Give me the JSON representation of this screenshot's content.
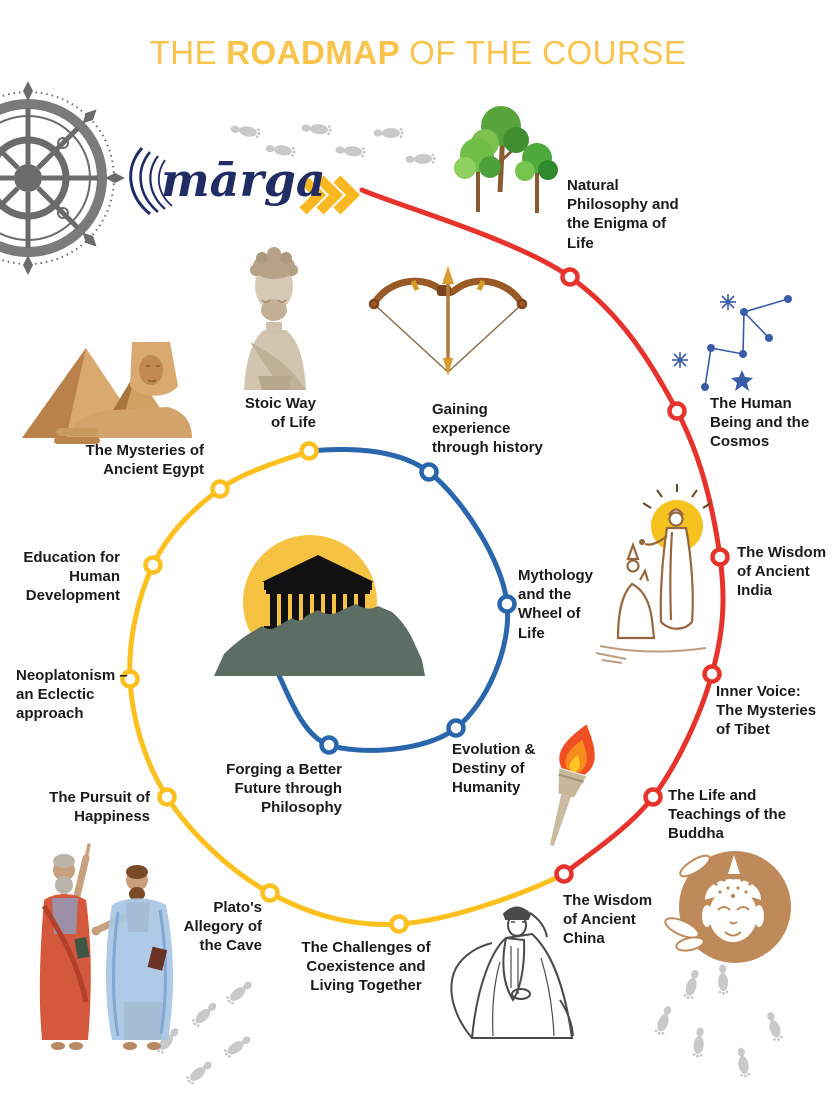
{
  "title": {
    "part1": "THE",
    "highlight": "ROADMAP",
    "part2": "OF THE COURSE"
  },
  "logo": {
    "text": "mārga"
  },
  "stops": [
    {
      "label": "Natural Philosophy and the Enigma of Life",
      "phase": "red"
    },
    {
      "label": "The Human Being and the Cosmos",
      "phase": "red"
    },
    {
      "label": "The Wisdom of Ancient India",
      "phase": "red"
    },
    {
      "label": "Inner Voice: The Mysteries of Tibet",
      "phase": "red"
    },
    {
      "label": "The Life and Teachings of the Buddha",
      "phase": "red"
    },
    {
      "label": "The Wisdom of Ancient China",
      "phase": "red"
    },
    {
      "label": "The Challenges of Coexistence and Living Together",
      "phase": "yellow"
    },
    {
      "label": "Plato's Allegory of the Cave",
      "phase": "yellow"
    },
    {
      "label": "The Pursuit of Happiness",
      "phase": "yellow"
    },
    {
      "label": "Neoplatonism – an Eclectic approach",
      "phase": "yellow"
    },
    {
      "label": "Education for Human Development",
      "phase": "yellow"
    },
    {
      "label": "The Mysteries of Ancient Egypt",
      "phase": "yellow"
    },
    {
      "label": "Stoic Way of Life",
      "phase": "yellow"
    },
    {
      "label": "Gaining experience through history",
      "phase": "blue"
    },
    {
      "label": "Mythology and the Wheel of Life",
      "phase": "blue"
    },
    {
      "label": "Evolution & Destiny of Humanity",
      "phase": "blue"
    },
    {
      "label": "Forging a Better Future through Philosophy",
      "phase": "blue"
    }
  ],
  "colors": {
    "title_yellow": "#f9c44c",
    "path_red": "#e6332b",
    "path_yellow": "#fdc01e",
    "path_blue": "#2966ac",
    "logo_navy": "#202c63",
    "text_black": "#1b1b1b",
    "footprint_gray": "#c9c9c9",
    "buddha_tan": "#be8a5a",
    "sun_yellow": "#f5c341",
    "hill_green": "#5c6e64"
  },
  "icons": {
    "dharma-wheel-icon": "ornate dharma wheel, grayscale, top-left",
    "marga-swoosh-icon": "navy arcs of the mārga logo",
    "chevrons-icon": "three yellow forward chevrons",
    "footprints-icon": "gray walking footprints trails",
    "trees-icon": "green trees",
    "constellation-icon": "blue star constellation",
    "bust-icon": "marble bust of Marcus Aurelius",
    "bow-arrow-icon": "recurve bow with upward arrow",
    "sphinx-pyramids-icon": "sphinx and pyramids of Egypt",
    "india-sage-icon": "sage with halo and kneeling disciple",
    "torch-icon": "flaming torch",
    "buddha-head-icon": "Buddha head in tan circle with leaves",
    "confucius-icon": "line drawing of Confucius",
    "plato-aristotle-icon": "Plato and Aristotle from School of Athens",
    "acropolis-icon": "Parthenon on a hill over a yellow sun",
    "roadmap-node-icon": "white circular stop marker on the path"
  }
}
